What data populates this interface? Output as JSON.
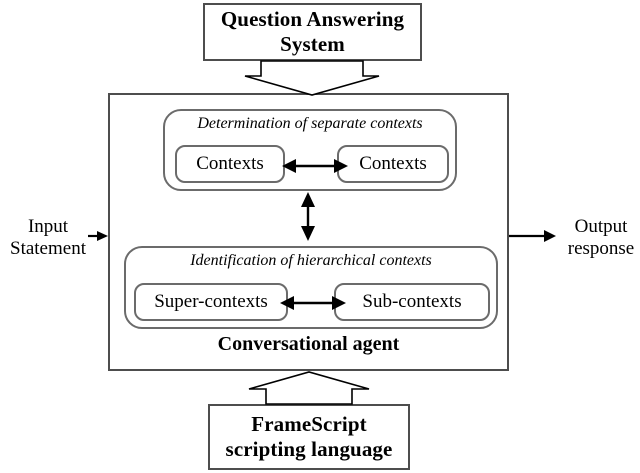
{
  "diagram": {
    "title_box": {
      "label": "Question Answering System",
      "line1": "Question Answering",
      "line2": "System"
    },
    "bottom_box": {
      "label": "FrameScript scripting language",
      "line1": "FrameScript",
      "line2": "scripting language"
    },
    "container": {
      "label": "Conversational agent"
    },
    "panels": [
      {
        "title": "Determination of separate contexts",
        "boxes": [
          {
            "label": "Contexts"
          },
          {
            "label": "Contexts"
          }
        ]
      },
      {
        "title": "Identification of hierarchical contexts",
        "boxes": [
          {
            "label": "Super-contexts"
          },
          {
            "label": "Sub-contexts"
          }
        ]
      }
    ],
    "side_labels": {
      "input": {
        "line1": "Input",
        "line2": "Statement"
      },
      "output": {
        "line1": "Output",
        "line2": "response"
      }
    },
    "arrows": [
      {
        "name": "qa-system-to-container",
        "kind": "block-arrow",
        "direction": "down"
      },
      {
        "name": "framescript-to-container",
        "kind": "block-arrow",
        "direction": "up"
      },
      {
        "name": "input-statement-arrow",
        "kind": "line-arrow",
        "direction": "right"
      },
      {
        "name": "output-response-arrow",
        "kind": "line-arrow",
        "direction": "right"
      },
      {
        "name": "contexts-bidirectional-arrow",
        "kind": "double-arrow",
        "direction": "horizontal"
      },
      {
        "name": "super-sub-contexts-bidirectional-arrow",
        "kind": "double-arrow",
        "direction": "horizontal"
      },
      {
        "name": "panels-bidirectional-arrow",
        "kind": "double-arrow",
        "direction": "vertical"
      }
    ],
    "colors": {
      "stroke": "#4d4d4d",
      "panel_stroke": "#6b6b6b",
      "arrow": "#000000",
      "background": "#ffffff"
    }
  }
}
